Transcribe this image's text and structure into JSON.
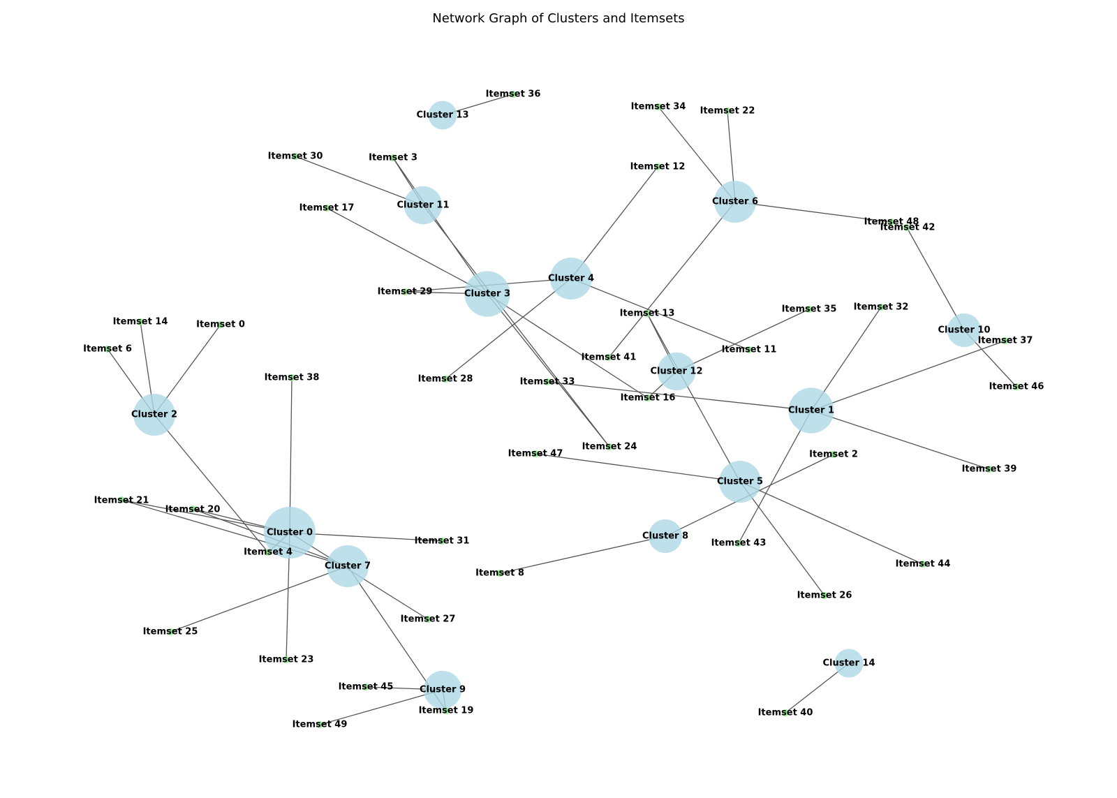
{
  "title": "Network Graph of Clusters and Itemsets",
  "colors": {
    "cluster_fill": "#add8e6",
    "itemset_fill": "#90ee90",
    "edge": "#555555"
  },
  "nodes": [
    {
      "id": "c0",
      "label": "Cluster 0",
      "type": "cluster",
      "degree": 7
    },
    {
      "id": "c1",
      "label": "Cluster 1",
      "type": "cluster",
      "degree": 5
    },
    {
      "id": "c2",
      "label": "Cluster 2",
      "type": "cluster",
      "degree": 4
    },
    {
      "id": "c3",
      "label": "Cluster 3",
      "type": "cluster",
      "degree": 5
    },
    {
      "id": "c4",
      "label": "Cluster 4",
      "type": "cluster",
      "degree": 4
    },
    {
      "id": "c5",
      "label": "Cluster 5",
      "type": "cluster",
      "degree": 4
    },
    {
      "id": "c6",
      "label": "Cluster 6",
      "type": "cluster",
      "degree": 4
    },
    {
      "id": "c7",
      "label": "Cluster 7",
      "type": "cluster",
      "degree": 4
    },
    {
      "id": "c8",
      "label": "Cluster 8",
      "type": "cluster",
      "degree": 2
    },
    {
      "id": "c9",
      "label": "Cluster 9",
      "type": "cluster",
      "degree": 3
    },
    {
      "id": "c10",
      "label": "Cluster 10",
      "type": "cluster",
      "degree": 2
    },
    {
      "id": "c11",
      "label": "Cluster 11",
      "type": "cluster",
      "degree": 3
    },
    {
      "id": "c12",
      "label": "Cluster 12",
      "type": "cluster",
      "degree": 3
    },
    {
      "id": "c13",
      "label": "Cluster 13",
      "type": "cluster",
      "degree": 1
    },
    {
      "id": "c14",
      "label": "Cluster 14",
      "type": "cluster",
      "degree": 1
    },
    {
      "id": "i0",
      "label": "Itemset 0",
      "type": "itemset"
    },
    {
      "id": "i2",
      "label": "Itemset 2",
      "type": "itemset"
    },
    {
      "id": "i3",
      "label": "Itemset 3",
      "type": "itemset"
    },
    {
      "id": "i4",
      "label": "Itemset 4",
      "type": "itemset"
    },
    {
      "id": "i6",
      "label": "Itemset 6",
      "type": "itemset"
    },
    {
      "id": "i8",
      "label": "Itemset 8",
      "type": "itemset"
    },
    {
      "id": "i11",
      "label": "Itemset 11",
      "type": "itemset"
    },
    {
      "id": "i12",
      "label": "Itemset 12",
      "type": "itemset"
    },
    {
      "id": "i13",
      "label": "Itemset 13",
      "type": "itemset"
    },
    {
      "id": "i14",
      "label": "Itemset 14",
      "type": "itemset"
    },
    {
      "id": "i16",
      "label": "Itemset 16",
      "type": "itemset"
    },
    {
      "id": "i17",
      "label": "Itemset 17",
      "type": "itemset"
    },
    {
      "id": "i19",
      "label": "Itemset 19",
      "type": "itemset"
    },
    {
      "id": "i20",
      "label": "Itemset 20",
      "type": "itemset"
    },
    {
      "id": "i21",
      "label": "Itemset 21",
      "type": "itemset"
    },
    {
      "id": "i22",
      "label": "Itemset 22",
      "type": "itemset"
    },
    {
      "id": "i23",
      "label": "Itemset 23",
      "type": "itemset"
    },
    {
      "id": "i24",
      "label": "Itemset 24",
      "type": "itemset"
    },
    {
      "id": "i25",
      "label": "Itemset 25",
      "type": "itemset"
    },
    {
      "id": "i26",
      "label": "Itemset 26",
      "type": "itemset"
    },
    {
      "id": "i27",
      "label": "Itemset 27",
      "type": "itemset"
    },
    {
      "id": "i28",
      "label": "Itemset 28",
      "type": "itemset"
    },
    {
      "id": "i29",
      "label": "Itemset 29",
      "type": "itemset"
    },
    {
      "id": "i30",
      "label": "Itemset 30",
      "type": "itemset"
    },
    {
      "id": "i31",
      "label": "Itemset 31",
      "type": "itemset"
    },
    {
      "id": "i32",
      "label": "Itemset 32",
      "type": "itemset"
    },
    {
      "id": "i33",
      "label": "Itemset 33",
      "type": "itemset"
    },
    {
      "id": "i34",
      "label": "Itemset 34",
      "type": "itemset"
    },
    {
      "id": "i35",
      "label": "Itemset 35",
      "type": "itemset"
    },
    {
      "id": "i36",
      "label": "Itemset 36",
      "type": "itemset"
    },
    {
      "id": "i37",
      "label": "Itemset 37",
      "type": "itemset"
    },
    {
      "id": "i38",
      "label": "Itemset 38",
      "type": "itemset"
    },
    {
      "id": "i39",
      "label": "Itemset 39",
      "type": "itemset"
    },
    {
      "id": "i40",
      "label": "Itemset 40",
      "type": "itemset"
    },
    {
      "id": "i41",
      "label": "Itemset 41",
      "type": "itemset"
    },
    {
      "id": "i42",
      "label": "Itemset 42",
      "type": "itemset"
    },
    {
      "id": "i43",
      "label": "Itemset 43",
      "type": "itemset"
    },
    {
      "id": "i44",
      "label": "Itemset 44",
      "type": "itemset"
    },
    {
      "id": "i45",
      "label": "Itemset 45",
      "type": "itemset"
    },
    {
      "id": "i46",
      "label": "Itemset 46",
      "type": "itemset"
    },
    {
      "id": "i47",
      "label": "Itemset 47",
      "type": "itemset"
    },
    {
      "id": "i48",
      "label": "Itemset 48",
      "type": "itemset"
    },
    {
      "id": "i49",
      "label": "Itemset 49",
      "type": "itemset"
    }
  ],
  "edges": [
    [
      "c0",
      "i38"
    ],
    [
      "c0",
      "i21"
    ],
    [
      "c0",
      "i20"
    ],
    [
      "c0",
      "i4"
    ],
    [
      "c0",
      "i31"
    ],
    [
      "c0",
      "i23"
    ],
    [
      "c0",
      "i27"
    ],
    [
      "c1",
      "i33"
    ],
    [
      "c1",
      "i37"
    ],
    [
      "c1",
      "i39"
    ],
    [
      "c1",
      "i32"
    ],
    [
      "c1",
      "i43"
    ],
    [
      "c2",
      "i14"
    ],
    [
      "c2",
      "i6"
    ],
    [
      "c2",
      "i0"
    ],
    [
      "c2",
      "i4"
    ],
    [
      "c3",
      "i17"
    ],
    [
      "c3",
      "i29"
    ],
    [
      "c3",
      "i24"
    ],
    [
      "c3",
      "i16"
    ],
    [
      "c3",
      "i3"
    ],
    [
      "c4",
      "i12"
    ],
    [
      "c4",
      "i28"
    ],
    [
      "c4",
      "i29"
    ],
    [
      "c4",
      "i11"
    ],
    [
      "c5",
      "i47"
    ],
    [
      "c5",
      "i26"
    ],
    [
      "c5",
      "i44"
    ],
    [
      "c5",
      "i13"
    ],
    [
      "c6",
      "i34"
    ],
    [
      "c6",
      "i22"
    ],
    [
      "c6",
      "i48"
    ],
    [
      "c6",
      "i41"
    ],
    [
      "c7",
      "i20"
    ],
    [
      "c7",
      "i21"
    ],
    [
      "c7",
      "i25"
    ],
    [
      "c7",
      "i19"
    ],
    [
      "c8",
      "i2"
    ],
    [
      "c8",
      "i8"
    ],
    [
      "c9",
      "i45"
    ],
    [
      "c9",
      "i49"
    ],
    [
      "c9",
      "i19"
    ],
    [
      "c10",
      "i42"
    ],
    [
      "c10",
      "i46"
    ],
    [
      "c11",
      "i30"
    ],
    [
      "c11",
      "i3"
    ],
    [
      "c11",
      "i24"
    ],
    [
      "c12",
      "i13"
    ],
    [
      "c12",
      "i35"
    ],
    [
      "c12",
      "i16"
    ],
    [
      "c13",
      "i36"
    ],
    [
      "c14",
      "i40"
    ]
  ]
}
